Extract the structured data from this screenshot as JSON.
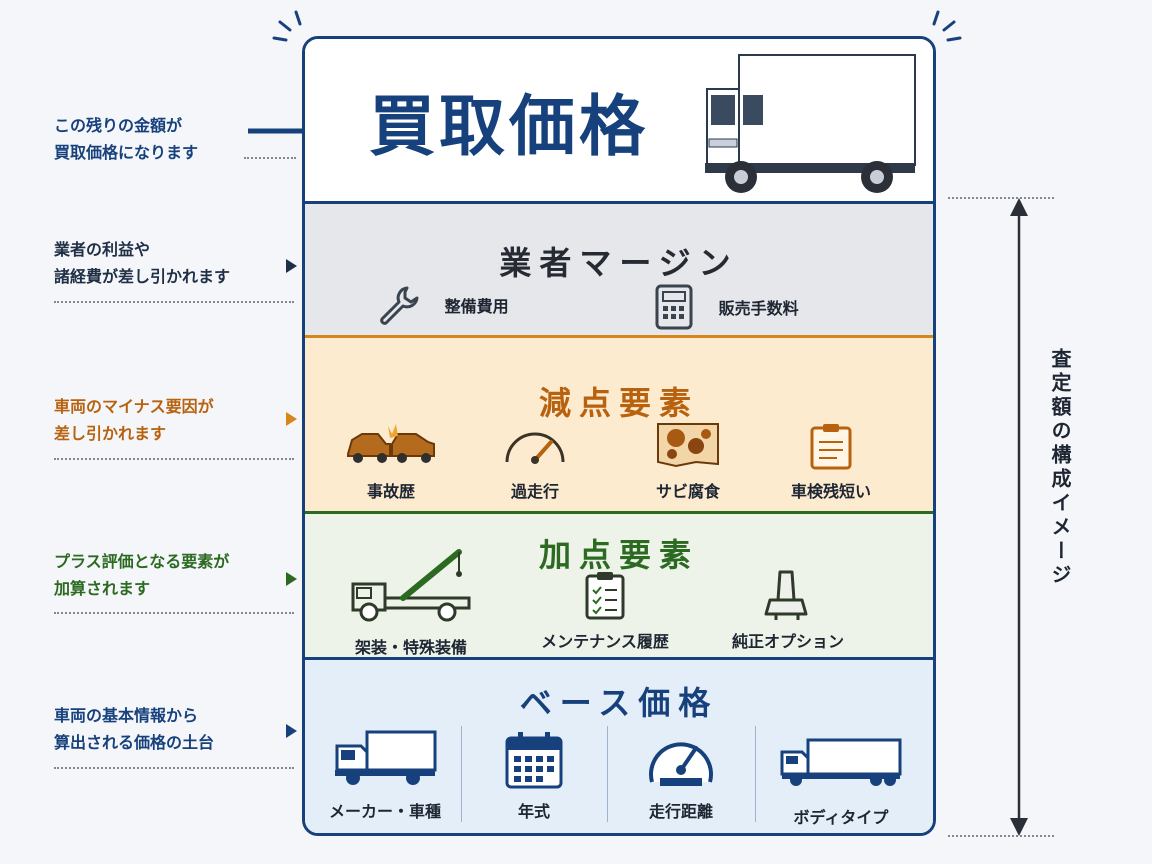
{
  "notes": {
    "price": [
      "この残りの金額が",
      "買取価格になります"
    ],
    "margin": [
      "業者の利益や",
      "諸経費が差し引かれます"
    ],
    "deduct": [
      "車両のマイナス要因が",
      "差し引かれます"
    ],
    "plus": [
      "プラス評価となる要素が",
      "加算されます"
    ],
    "base": [
      "車両の基本情報から",
      "算出される価格の土台"
    ]
  },
  "top": {
    "title": "買取価格"
  },
  "margin": {
    "title": "業者マージン",
    "items": [
      {
        "label": "整備費用",
        "icon": "wrench-icon"
      },
      {
        "label": "販売手数料",
        "icon": "calculator-icon"
      }
    ]
  },
  "deduct": {
    "title": "減点要素",
    "items": [
      {
        "label": "事故歴",
        "icon": "car-crash-icon"
      },
      {
        "label": "過走行",
        "icon": "speedometer-icon"
      },
      {
        "label": "サビ腐食",
        "icon": "rust-icon"
      },
      {
        "label": "車検残短い",
        "icon": "clipboard-icon"
      }
    ]
  },
  "plus": {
    "title": "加点要素",
    "items": [
      {
        "label": "架装・特殊装備",
        "icon": "crane-truck-icon"
      },
      {
        "label": "メンテナンス履歴",
        "icon": "checklist-icon"
      },
      {
        "label": "純正オプション",
        "icon": "car-seat-icon"
      }
    ]
  },
  "base": {
    "title": "ベース価格",
    "items": [
      {
        "label": "メーカー・車種",
        "icon": "truck-icon"
      },
      {
        "label": "年式",
        "icon": "calendar-icon"
      },
      {
        "label": "走行距離",
        "icon": "odometer-icon"
      },
      {
        "label": "ボディタイプ",
        "icon": "box-truck-icon"
      }
    ]
  },
  "side": {
    "label": "査定額の構成イメージ"
  },
  "colors": {
    "navy": "#17417c",
    "margin_bg": "#e6e7ea",
    "deduct_bg": "#fdebd0",
    "deduct_accent": "#b8620f",
    "plus_bg": "#edf3e8",
    "plus_accent": "#2c6a22",
    "base_bg": "#e4eef9"
  }
}
